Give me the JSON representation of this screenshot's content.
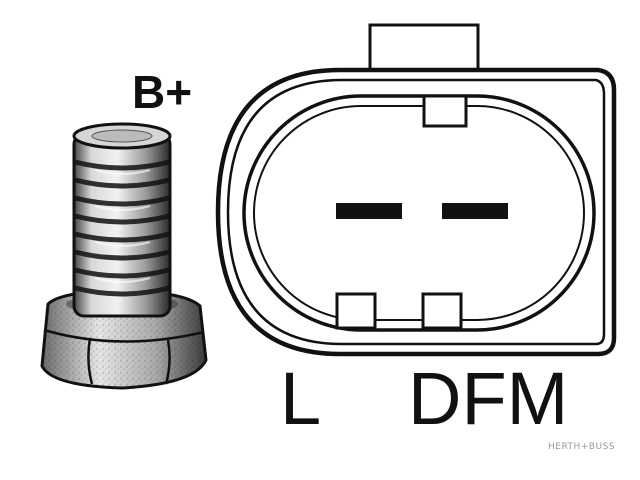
{
  "labels": {
    "terminal": "B+",
    "pin_left": "L",
    "pin_right": "DFM"
  },
  "watermark": "HERTH+BUSS",
  "colors": {
    "ink": "#111111",
    "background": "#ffffff",
    "watermark": "#9a9a9a"
  }
}
